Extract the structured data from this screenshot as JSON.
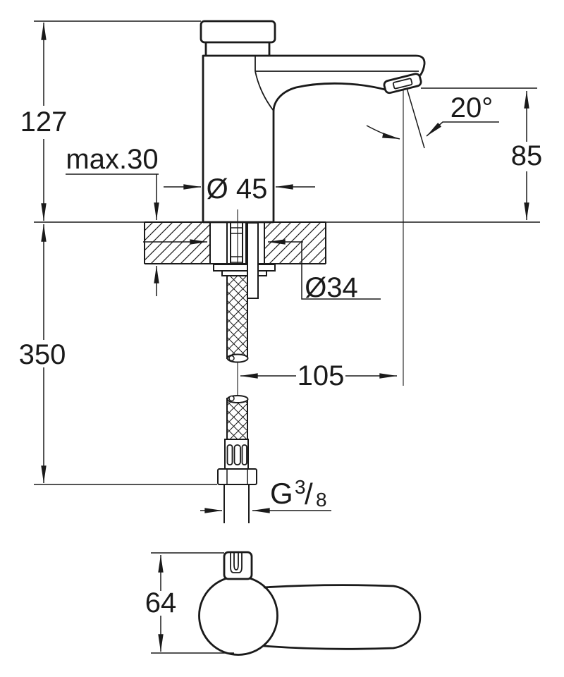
{
  "drawing": {
    "type": "technical-installation-drawing",
    "subject": "pillar-tap-faucet-with-flexible-supply-hose",
    "colors": {
      "background": "#ffffff",
      "line": "#1a1a1a"
    },
    "dimensions": {
      "overall_height": "127",
      "max_deck_thickness": "max.30",
      "body_diameter": "Ø 45",
      "spray_angle": "20°",
      "outlet_height": "85",
      "hole_diameter": "Ø34",
      "length_below_deck": "350",
      "spout_projection": "105",
      "handle_width": "64",
      "thread": {
        "prefix": "G",
        "numerator": "3",
        "slash": "/",
        "denominator": "8"
      }
    }
  }
}
